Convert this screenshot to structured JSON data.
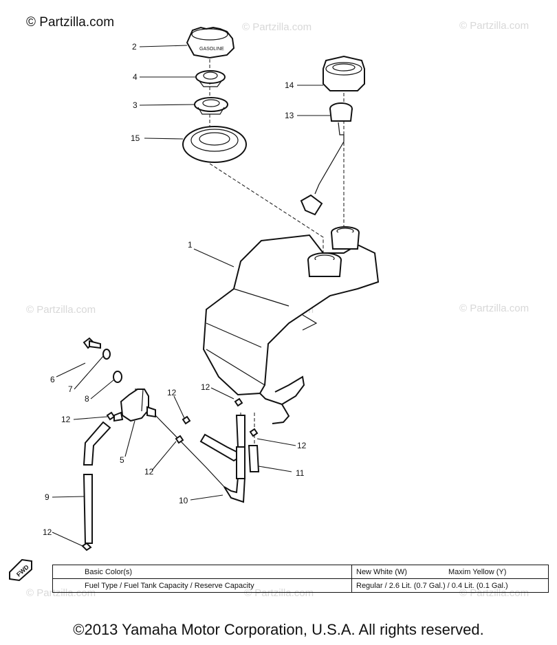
{
  "watermark": "© Partzilla.com",
  "callouts": [
    {
      "id": "2",
      "label": "2"
    },
    {
      "id": "4",
      "label": "4"
    },
    {
      "id": "3",
      "label": "3"
    },
    {
      "id": "15",
      "label": "15"
    },
    {
      "id": "14",
      "label": "14"
    },
    {
      "id": "13",
      "label": "13"
    },
    {
      "id": "1",
      "label": "1"
    },
    {
      "id": "6",
      "label": "6"
    },
    {
      "id": "7",
      "label": "7"
    },
    {
      "id": "8",
      "label": "8"
    },
    {
      "id": "12a",
      "label": "12"
    },
    {
      "id": "12b",
      "label": "12"
    },
    {
      "id": "12c",
      "label": "12"
    },
    {
      "id": "12d",
      "label": "12"
    },
    {
      "id": "12e",
      "label": "12"
    },
    {
      "id": "12f",
      "label": "12"
    },
    {
      "id": "5",
      "label": "5"
    },
    {
      "id": "11",
      "label": "11"
    },
    {
      "id": "10",
      "label": "10"
    },
    {
      "id": "9",
      "label": "9"
    }
  ],
  "cap_text": "GASOLINE",
  "fwd_label": "FWD",
  "spec_table": {
    "row1": {
      "label": "Basic Color(s)",
      "value_a": "New White (W)",
      "value_b": "Maxim Yellow (Y)"
    },
    "row2": {
      "label": "Fuel Type / Fuel Tank Capacity / Reserve Capacity",
      "value": "Regular / 2.6 Lit. (0.7 Gal.) / 0.4 Lit. (0.1 Gal.)"
    }
  },
  "copyright": "©2013 Yamaha Motor Corporation, U.S.A. All rights reserved."
}
